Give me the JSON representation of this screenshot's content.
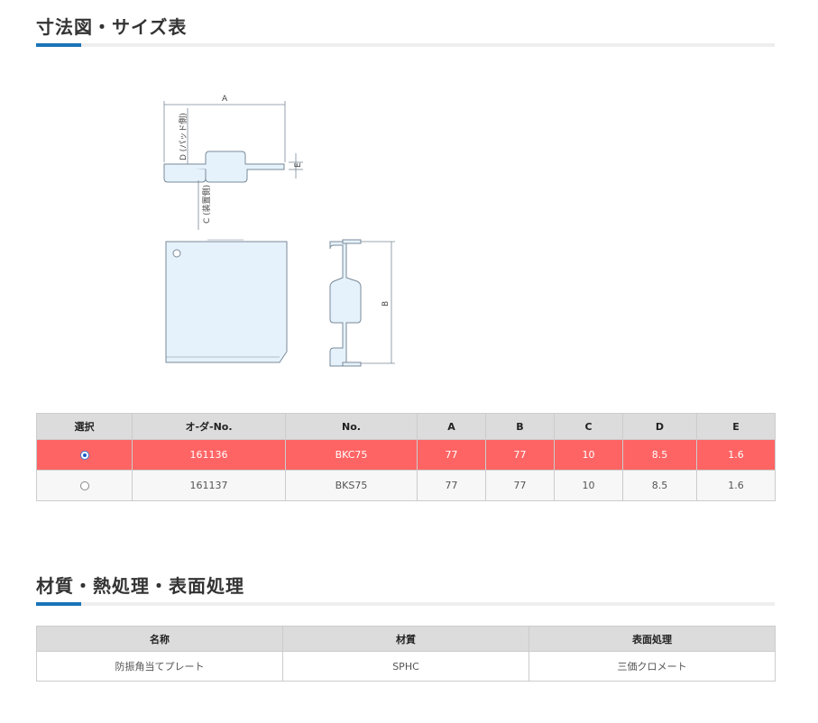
{
  "sections": {
    "dimensions_title": "寸法図・サイズ表",
    "materials_title": "材質・熱処理・表面処理"
  },
  "diagram": {
    "label_a": "A",
    "label_b": "B",
    "label_c": "C (装置側)",
    "label_d": "D (パッド側)",
    "label_e": "E"
  },
  "size_table": {
    "headers": [
      "選択",
      "オ-ダ-No.",
      "No.",
      "A",
      "B",
      "C",
      "D",
      "E"
    ],
    "rows": [
      {
        "selected": true,
        "order_no": "161136",
        "no": "BKC75",
        "a": "77",
        "b": "77",
        "c": "10",
        "d": "8.5",
        "e": "1.6"
      },
      {
        "selected": false,
        "order_no": "161137",
        "no": "BKS75",
        "a": "77",
        "b": "77",
        "c": "10",
        "d": "8.5",
        "e": "1.6"
      }
    ]
  },
  "material_table": {
    "headers": [
      "名称",
      "材質",
      "表面処理"
    ],
    "row": {
      "name": "防振角当てプレート",
      "material": "SPHC",
      "surface": "三価クロメート"
    }
  },
  "colors": {
    "accent": "#1a74b8",
    "selected_row": "#ff6464",
    "header_bg": "#dcdcdc",
    "diagram_fill": "#e6f2fb"
  }
}
